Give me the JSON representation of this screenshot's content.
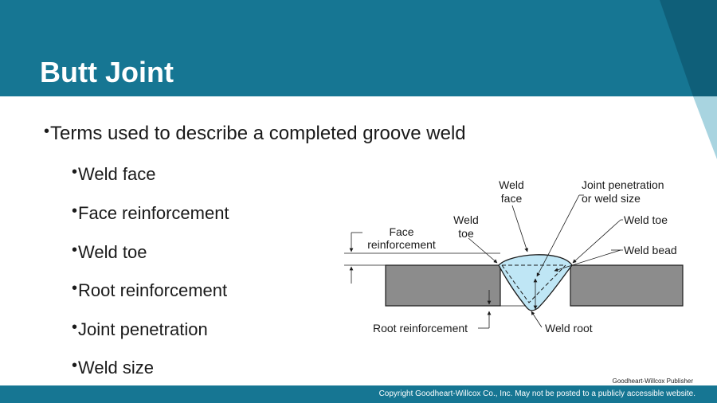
{
  "slide": {
    "title": "Butt Joint",
    "main_bullet": "Terms used to describe a completed groove weld",
    "sub_bullets": [
      "Weld face",
      "Face reinforcement",
      "Weld toe",
      "Root reinforcement",
      "Joint penetration",
      "Weld size"
    ]
  },
  "diagram": {
    "labels": {
      "weld_face_1": "Weld",
      "weld_face_2": "face",
      "joint_pen_1": "Joint penetration",
      "joint_pen_2": "or weld size",
      "weld_toe_left_1": "Weld",
      "weld_toe_left_2": "toe",
      "face_reinf_1": "Face",
      "face_reinf_2": "reinforcement",
      "weld_toe_right": "Weld toe",
      "weld_bead": "Weld bead",
      "root_reinf": "Root reinforcement",
      "weld_root": "Weld root"
    },
    "colors": {
      "plate": "#8c8c8c",
      "bead": "#bfe6f5",
      "outline": "#1a1a1a"
    }
  },
  "publisher_credit": "Goodheart-Willcox Publisher",
  "footer": "Copyright Goodheart-Willcox Co., Inc.  May not be posted to a publicly accessible website.",
  "theme": {
    "header": "#167693",
    "accent": "#0f5f79"
  }
}
